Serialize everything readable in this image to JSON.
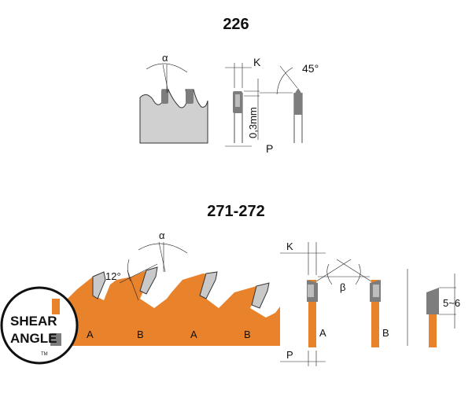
{
  "diagram_226": {
    "title": "226",
    "alpha_label": "α",
    "k_label": "K",
    "angle_label": "45°",
    "thickness_label": "0,3mm",
    "p_label": "P"
  },
  "diagram_271_272": {
    "title": "271-272",
    "alpha_label": "α",
    "angle_12_label": "12°",
    "tooth_labels": [
      "A",
      "B",
      "A",
      "B"
    ],
    "k_label": "K",
    "beta_label": "β",
    "side_a_label": "A",
    "side_b_label": "B",
    "p_label": "P",
    "range_label": "5~6"
  },
  "badge": {
    "line1": "SHEAR",
    "line2": "ANGLE",
    "mark": "TM"
  },
  "colors": {
    "blade_orange": "#e8832c",
    "carbide_gray": "#c9c9c9",
    "body_gray": "#d0d0d0"
  }
}
